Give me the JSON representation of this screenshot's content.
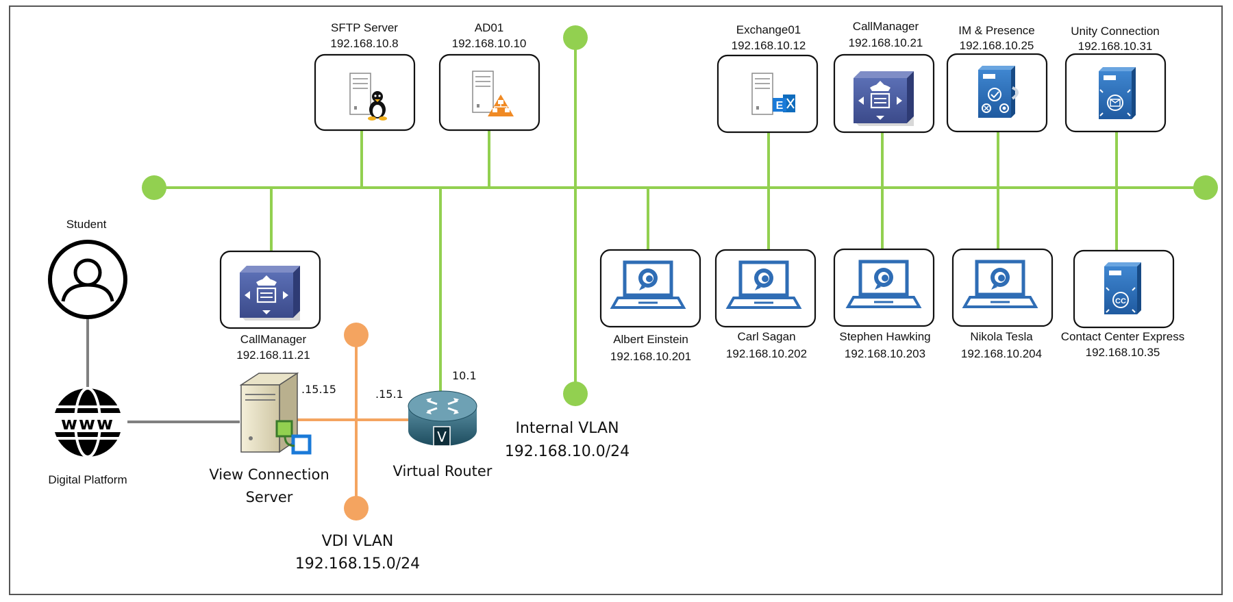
{
  "colors": {
    "internal_vlan": "#92d050",
    "vdi_vlan": "#f4a460",
    "link_gray": "#808080",
    "cisco_blue": "#2f6db5",
    "device_purple": "#4a5a9a"
  },
  "networks": {
    "internal": {
      "name": "Internal VLAN",
      "subnet": "192.168.10.0/24"
    },
    "vdi": {
      "name": "VDI VLAN",
      "subnet": "192.168.15.0/24"
    }
  },
  "top_servers": [
    {
      "name": "SFTP Server",
      "ip": "192.168.10.8",
      "icon": "linux-server-icon"
    },
    {
      "name": "AD01",
      "ip": "192.168.10.10",
      "icon": "active-directory-server-icon"
    },
    {
      "name": "Exchange01",
      "ip": "192.168.10.12",
      "icon": "exchange-server-icon"
    },
    {
      "name": "CallManager",
      "ip": "192.168.10.21",
      "icon": "callmanager-icon"
    },
    {
      "name": "IM & Presence",
      "ip": "192.168.10.25",
      "icon": "presence-server-icon"
    },
    {
      "name": "Unity Connection",
      "ip": "192.168.10.31",
      "icon": "unity-connection-icon"
    }
  ],
  "bottom_devices": [
    {
      "name": "CallManager",
      "ip": "192.168.11.21",
      "icon": "callmanager-icon"
    },
    {
      "name": "Albert Einstein",
      "ip": "192.168.10.201",
      "icon": "jabber-laptop-icon"
    },
    {
      "name": "Carl Sagan",
      "ip": "192.168.10.202",
      "icon": "jabber-laptop-icon"
    },
    {
      "name": "Stephen Hawking",
      "ip": "192.168.10.203",
      "icon": "jabber-laptop-icon"
    },
    {
      "name": "Nikola Tesla",
      "ip": "192.168.10.204",
      "icon": "jabber-laptop-icon"
    },
    {
      "name": "Contact Center Express",
      "ip": "192.168.10.35",
      "icon": "contact-center-icon"
    }
  ],
  "left": {
    "student": "Student",
    "platform": "Digital Platform",
    "www": "www"
  },
  "view_server": {
    "line1": "View Connection",
    "line2": "Server",
    "ip_suffix": ".15.15"
  },
  "router": {
    "name": "Virtual Router",
    "vdi_ip_suffix": ".15.1",
    "internal_ip_suffix": "10.1",
    "badge": "V"
  }
}
